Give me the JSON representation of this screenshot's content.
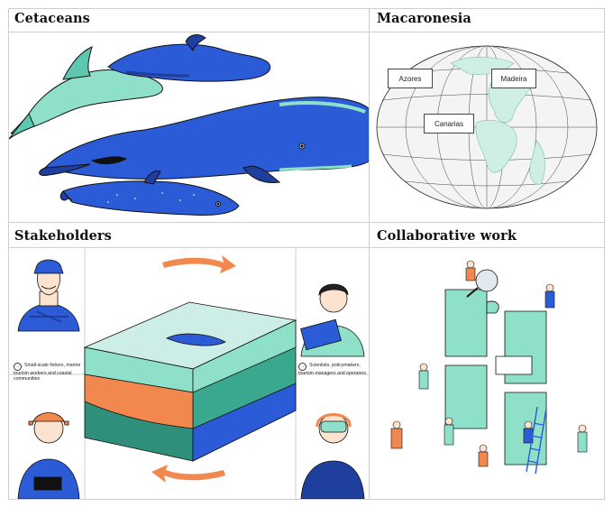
{
  "panels": {
    "cetaceans": {
      "title": "Cetaceans"
    },
    "macaronesia": {
      "title": "Macaronesia",
      "labels": {
        "azores": "Azores",
        "madeira": "Madeira",
        "canarias": "Canarias"
      }
    },
    "stakeholders": {
      "title": "Stakeholders",
      "left_caption": "Small-scale fishers, marine tourism workers and coastal communities",
      "right_caption": "Scientists, policymakers, tourism managers and operators"
    },
    "collaborative": {
      "title": "Collaborative work"
    }
  },
  "colors": {
    "blue_dark": "#1f3f9e",
    "blue": "#2b5bd6",
    "mint": "#8fe0c9",
    "teal": "#5ec7b0",
    "orange": "#f2884d",
    "line": "#111111"
  }
}
